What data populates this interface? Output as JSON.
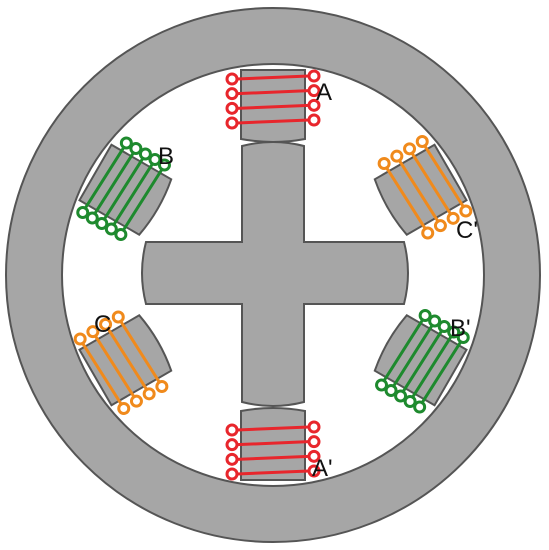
{
  "diagram": {
    "colors": {
      "iron": "#a6a6a6",
      "outline": "#555555",
      "phase_a": "#e8262c",
      "phase_b": "#1e8a2e",
      "phase_c": "#f08a1c",
      "background": "#ffffff"
    },
    "labels": {
      "a": "A",
      "a_prime": "A'",
      "b": "B",
      "b_prime": "B'",
      "c": "C",
      "c_prime": "C'"
    }
  }
}
